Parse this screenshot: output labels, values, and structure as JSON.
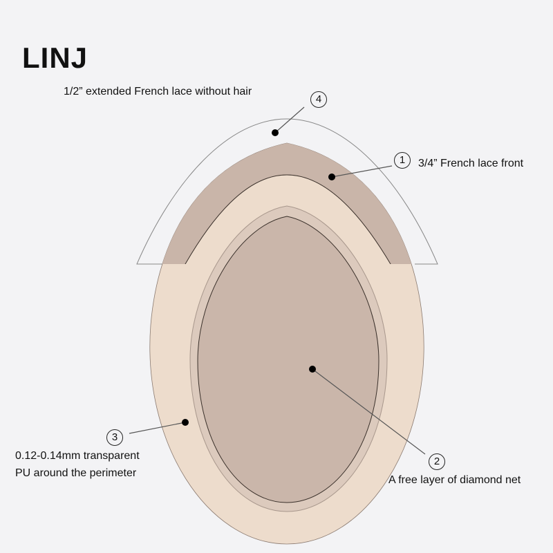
{
  "brand": "LINJ",
  "callouts": [
    {
      "number": "1",
      "label": "3/4” French lace front"
    },
    {
      "number": "2",
      "label": "A free layer of diamond net"
    },
    {
      "number": "3",
      "label_line1": "0.12-0.14mm transparent",
      "label_line2": "PU around the perimeter"
    },
    {
      "number": "4",
      "label": "1/2” extended French lace without hair"
    }
  ],
  "colors": {
    "background": "#f3f3f5",
    "lace_front": "#c9b5a9",
    "pu_perimeter": "#eddccc",
    "mid_ring": "#dccabd",
    "diamond_net": "#cab6aa"
  }
}
